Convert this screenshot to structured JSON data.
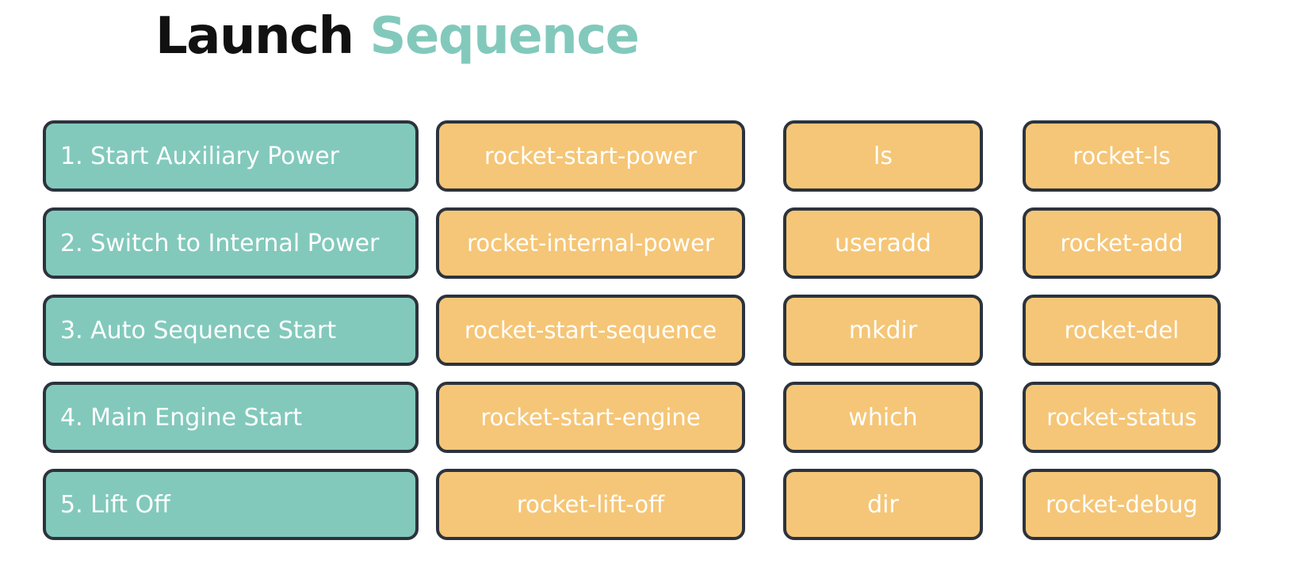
{
  "title": {
    "part1": "Launch",
    "part2": "Sequence"
  },
  "steps": [
    "1. Start Auxiliary Power",
    "2. Switch to Internal Power",
    "3. Auto Sequence Start",
    "4. Main Engine Start",
    "5. Lift Off"
  ],
  "rocket_commands": [
    "rocket-start-power",
    "rocket-internal-power",
    "rocket-start-sequence",
    "rocket-start-engine",
    "rocket-lift-off"
  ],
  "linux_commands": [
    "ls",
    "useradd",
    "mkdir",
    "which",
    "dir"
  ],
  "rocket_tools": [
    "rocket-ls",
    "rocket-add",
    "rocket-del",
    "rocket-status",
    "rocket-debug"
  ],
  "colors": {
    "step_box": "#82c9bc",
    "command_box": "#f5c677",
    "border": "#2c333d",
    "title_dark": "#111111",
    "title_accent": "#82c9bc"
  }
}
